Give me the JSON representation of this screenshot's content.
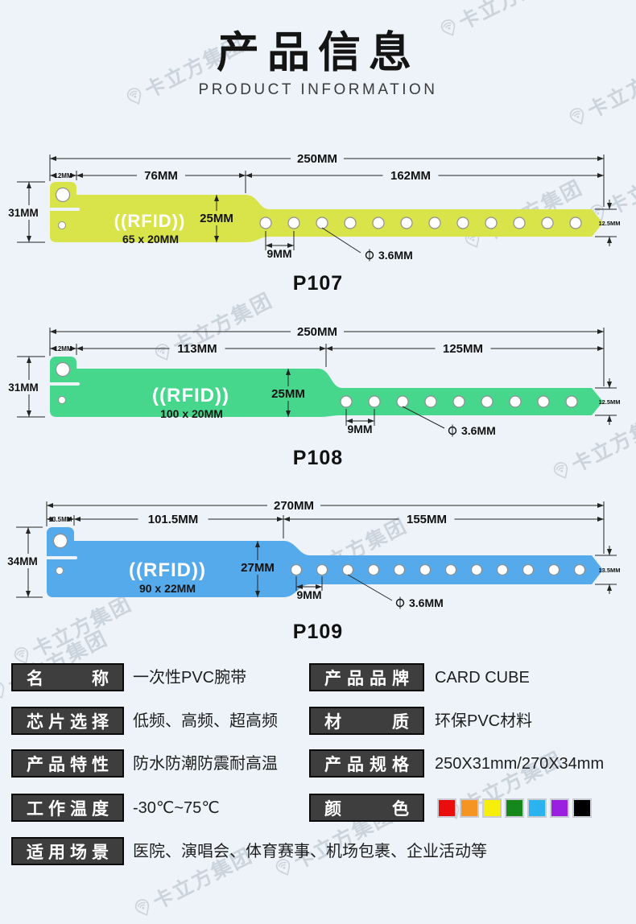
{
  "page": {
    "background": "#edf3f8"
  },
  "watermark": {
    "text": "卡立方集团",
    "icon": "pin-wifi-icon"
  },
  "header": {
    "title": "产品信息",
    "subtitle": "PRODUCT INFORMATION"
  },
  "diagrams": [
    {
      "name": "P107",
      "band_color": "#d9e44b",
      "rfid_text": "((RFID))",
      "chip_size": "65 x 20MM",
      "dims": {
        "total": "250MM",
        "clasp_width": "12MM",
        "head": "76MM",
        "tail": "162MM",
        "height": "31MM",
        "band": "25MM",
        "hole_pitch": "9MM",
        "hole_diameter": "3.6MM",
        "tip_width": "12.5MM"
      }
    },
    {
      "name": "P108",
      "band_color": "#47d78c",
      "rfid_text": "((RFID))",
      "chip_size": "100 x 20MM",
      "dims": {
        "total": "250MM",
        "clasp_width": "12MM",
        "head": "113MM",
        "tail": "125MM",
        "height": "31MM",
        "band": "25MM",
        "hole_pitch": "9MM",
        "hole_diameter": "3.6MM",
        "tip_width": "12.5MM"
      }
    },
    {
      "name": "P109",
      "band_color": "#55aaeb",
      "rfid_text": "((RFID))",
      "chip_size": "90 x 22MM",
      "dims": {
        "total": "270MM",
        "clasp_width": "13.5MM",
        "head": "101.5MM",
        "tail": "155MM",
        "height": "34MM",
        "band": "27MM",
        "hole_pitch": "9MM",
        "hole_diameter": "3.6MM",
        "tip_width": "13.5MM"
      }
    }
  ],
  "specs": {
    "left": [
      {
        "label": "名称",
        "value": "一次性PVC腕带"
      },
      {
        "label": "芯片选择",
        "value": "低频、高频、超高频"
      },
      {
        "label": "产品特性",
        "value": "防水防潮防震耐高温"
      },
      {
        "label": "工作温度",
        "value": "-30℃~75℃"
      },
      {
        "label": "适用场景",
        "value": "医院、演唱会、体育赛事、机场包裹、企业活动等"
      }
    ],
    "right": [
      {
        "label": "产品品牌",
        "value": "CARD CUBE"
      },
      {
        "label": "材质",
        "value": "环保PVC材料"
      },
      {
        "label": "产品规格",
        "value": "250X31mm/270X34mm"
      },
      {
        "label": "颜色",
        "value": "",
        "colors": [
          "#e90d0d",
          "#f59323",
          "#f8ee0b",
          "#15881c",
          "#29b4ef",
          "#9a1fe0",
          "#000000"
        ]
      }
    ]
  }
}
